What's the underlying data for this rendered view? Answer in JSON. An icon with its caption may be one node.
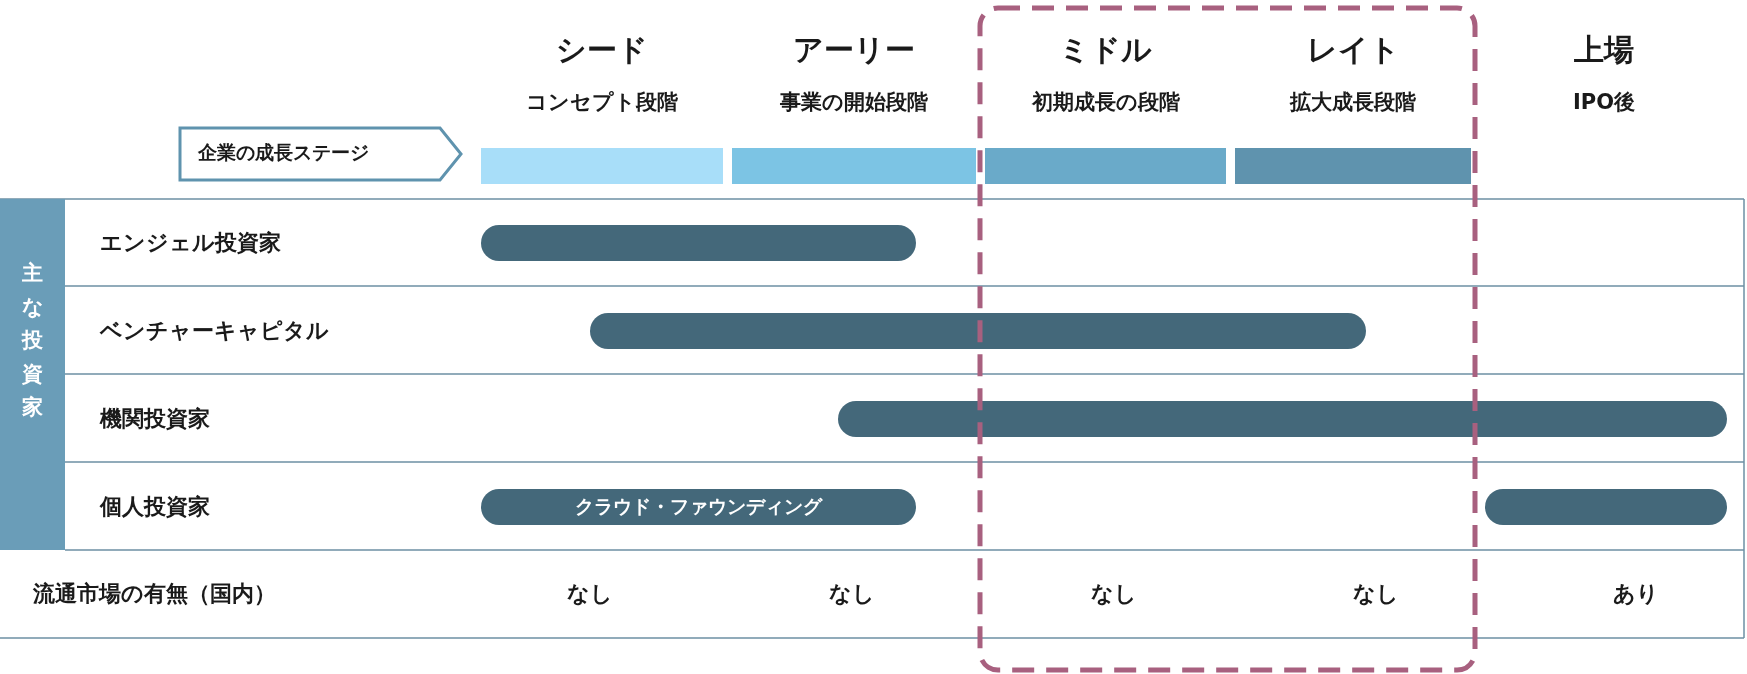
{
  "diagram": {
    "nodes": [
      {
        "text": [
          "企業の成長ステージ"
        ]
      },
      {
        "text": [
          "シード",
          "コンセプト段階"
        ]
      },
      {
        "text": [
          "アーリー",
          "事業の開始段階"
        ]
      },
      {
        "text": [
          "ミドル",
          "初期成長の段階"
        ]
      },
      {
        "text": [
          "レイト",
          "拡大成長段階"
        ]
      },
      {
        "text": [
          "上場",
          "IPO後"
        ]
      },
      {
        "text": [
          "主な投資家"
        ]
      },
      {
        "text": [],
        "shape": "bar"
      },
      {
        "text": [],
        "shape": "bar"
      },
      {
        "text": [],
        "shape": "bar"
      },
      {
        "text": [
          "クラウド・ファウンディング"
        ]
      },
      {
        "text": [],
        "shape": "bar"
      }
    ],
    "labels": [
      "エンジェル投資家",
      "ベンチャーキャピタル",
      "機関投資家",
      "個人投資家",
      "流通市場の有無（国内）",
      "なし",
      "なし",
      "なし",
      "なし",
      "あり"
    ]
  }
}
